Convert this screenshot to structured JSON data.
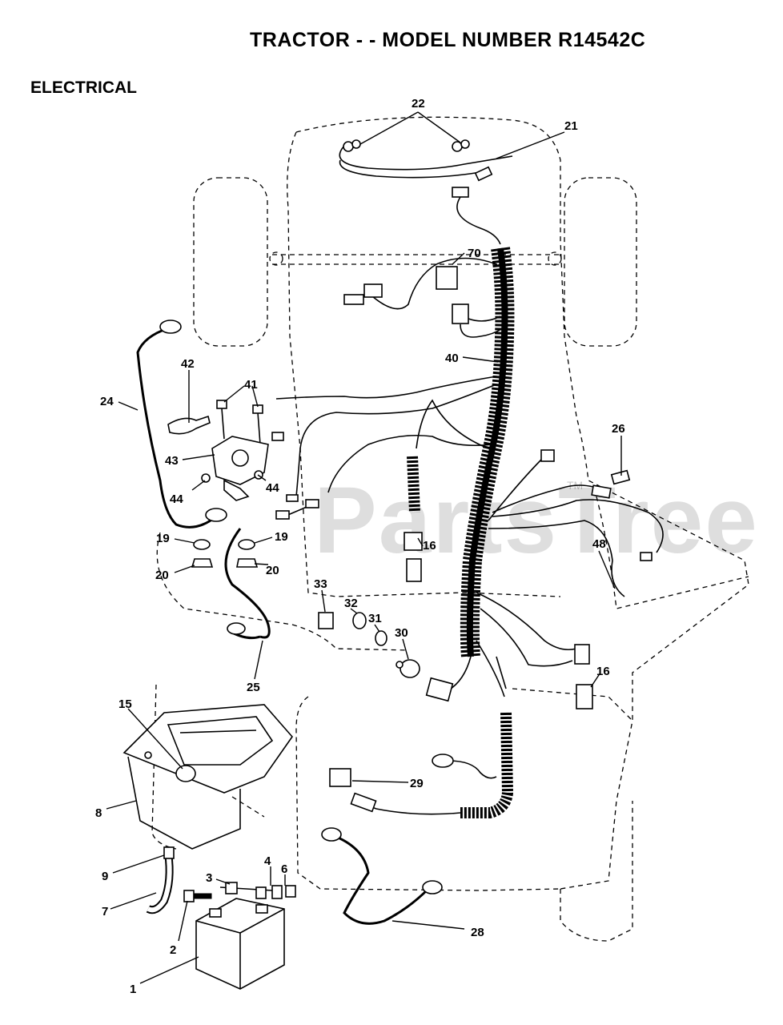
{
  "title": "TRACTOR - - MODEL NUMBER R14542C",
  "section": "ELECTRICAL",
  "watermark": "PartsTree",
  "watermark_mark": "TM",
  "callouts": [
    "22",
    "21",
    "70",
    "40",
    "42",
    "41",
    "24",
    "43",
    "44",
    "44",
    "26",
    "19",
    "19",
    "20",
    "20",
    "16",
    "48",
    "33",
    "32",
    "31",
    "30",
    "16",
    "25",
    "15",
    "8",
    "29",
    "9",
    "4",
    "6",
    "3",
    "7",
    "2",
    "28",
    "1"
  ]
}
